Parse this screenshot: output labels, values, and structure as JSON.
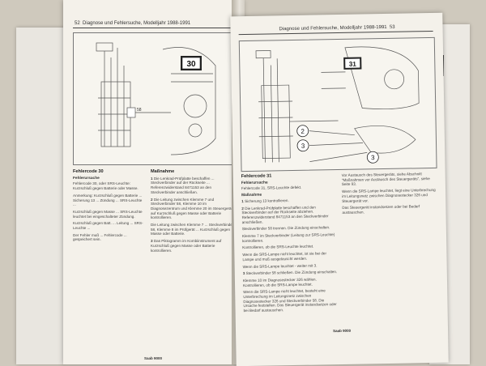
{
  "left_page": {
    "page_number": "52",
    "header_title": "Diagnose und Fehlersuche, Modelljahr 1988-1991",
    "display_code": "30",
    "connector_label": "58",
    "col1": {
      "heading": "Fehlercode 30",
      "sub": "Fehlerursache",
      "p1": "Fehlercode 30, oder SRS-Leuchte: Kurzschluß gegen Batterie oder Masse.",
      "p2": "Anmerkung: Kurzschluß gegen Batterie ... Sicherung 13 ... Zündung ... SRS-Leuchte ...",
      "p3": "Kurzschluß gegen Masse ... SRS-Leuchte leuchtet bei eingeschalteter Zündung.",
      "p4": "Kurzschluß gegen Batt. ... Leitung ... SRS-Leuchte ...",
      "p5": "Der Fehler muß ... Fehlercode ... gespeichert sein."
    },
    "col2": {
      "heading": "Maßnahme",
      "items": [
        {
          "n": "1",
          "text": "Die Lenkrad-Prüfplatte beschaffen ... Steckverbinder auf der Rückseite ... Referenzwiderstand 8471153 an den Steckverbinder anschließen."
        },
        {
          "n": "2",
          "text": "Die Leitung zwischen Klemme 7 und Steckverbinder 58, Klemme 10 im Diagnosezentrum und Klemme 20 im Steuergerät auf Kurzschluß gegen Masse oder Batterie kontrollieren."
        },
        {
          "n": "",
          "text": "Die Leitung zwischen Klemme 7 ... Steckverbinder 58, Klemme 8 im Prüfgerät ... Kurzschluß gegen Masse oder Batterie."
        },
        {
          "n": "3",
          "text": "Das Piktogramm im Kombiinstrument auf Kurzschluß gegen Masse oder Batterie kontrollieren."
        }
      ]
    },
    "footer": "Saab 9000"
  },
  "right_page": {
    "page_number": "53",
    "header_title": "Diagnose und Fehlersuche, Modelljahr 1988-1991",
    "display_code": "31",
    "callouts": [
      "2",
      "3",
      "3"
    ],
    "col1": {
      "heading": "Fehlercode 31",
      "sub": "Fehlerursache",
      "p1": "Fehlercode 31, SRS-Leuchte defekt.",
      "sub2": "Maßnahme",
      "items": [
        {
          "n": "1",
          "text": "Sicherung 13 kontrollieren."
        },
        {
          "n": "2",
          "text": "Die Lenkrad-Prüfplatte beschaffen und den Steckverbinder auf der Rückseite abziehen. Referenzwiderstand 8471153 an den Steckverbinder anschließen."
        },
        {
          "n": "",
          "text": "Steckverbinder 58 trennen. Die Zündung einschalten."
        },
        {
          "n": "",
          "text": "Klemme 7 im Steckverbinder (Leitung zur SRS-Leuchte) kontrollieren."
        },
        {
          "n": "",
          "text": "Kontrollieren, ob die SRS-Leuchte leuchtet."
        },
        {
          "n": "",
          "text": "Wenn die SRS-Lampe nicht leuchtet, ist sie bei der Lampe und muß ausgetauscht werden."
        },
        {
          "n": "",
          "text": "Wenn die SRS-Lampe leuchtet - weiter mit 3."
        },
        {
          "n": "3",
          "text": "Steckverbinder 58 schließen. Die Zündung einschalten."
        },
        {
          "n": "",
          "text": "Klemme 10 im Diagnosestecker 326 wählen. Kontrollieren, ob die SRS-Lampe leuchtet."
        },
        {
          "n": "",
          "text": "Wenn die SRS-Lampe nicht leuchtet, besteht eine Unterbrechung im Leitungsnetz zwischen Diagnosestecker 326 und Steckverbinder 58. Die Ursache feststellen. Das Steuergerät instandsetzen oder bei Bedarf austauschen."
        }
      ]
    },
    "col2": {
      "p1": "Vor Austausch des Steuergeräts, siehe Abschnitt \"Maßnahmen vor Austausch des Steuergeräts\", siehe Seite 93.",
      "p2": "Wenn die SRS-Lampe leuchtet, liegt eine Unterbrechung im Leitungsnetz zwischen Diagnosestecker 326 und Steuergerät vor.",
      "p3": "Das Steuergerät instandsetzen oder bei Bedarf austauschen."
    },
    "footer": "Saab 9000"
  }
}
